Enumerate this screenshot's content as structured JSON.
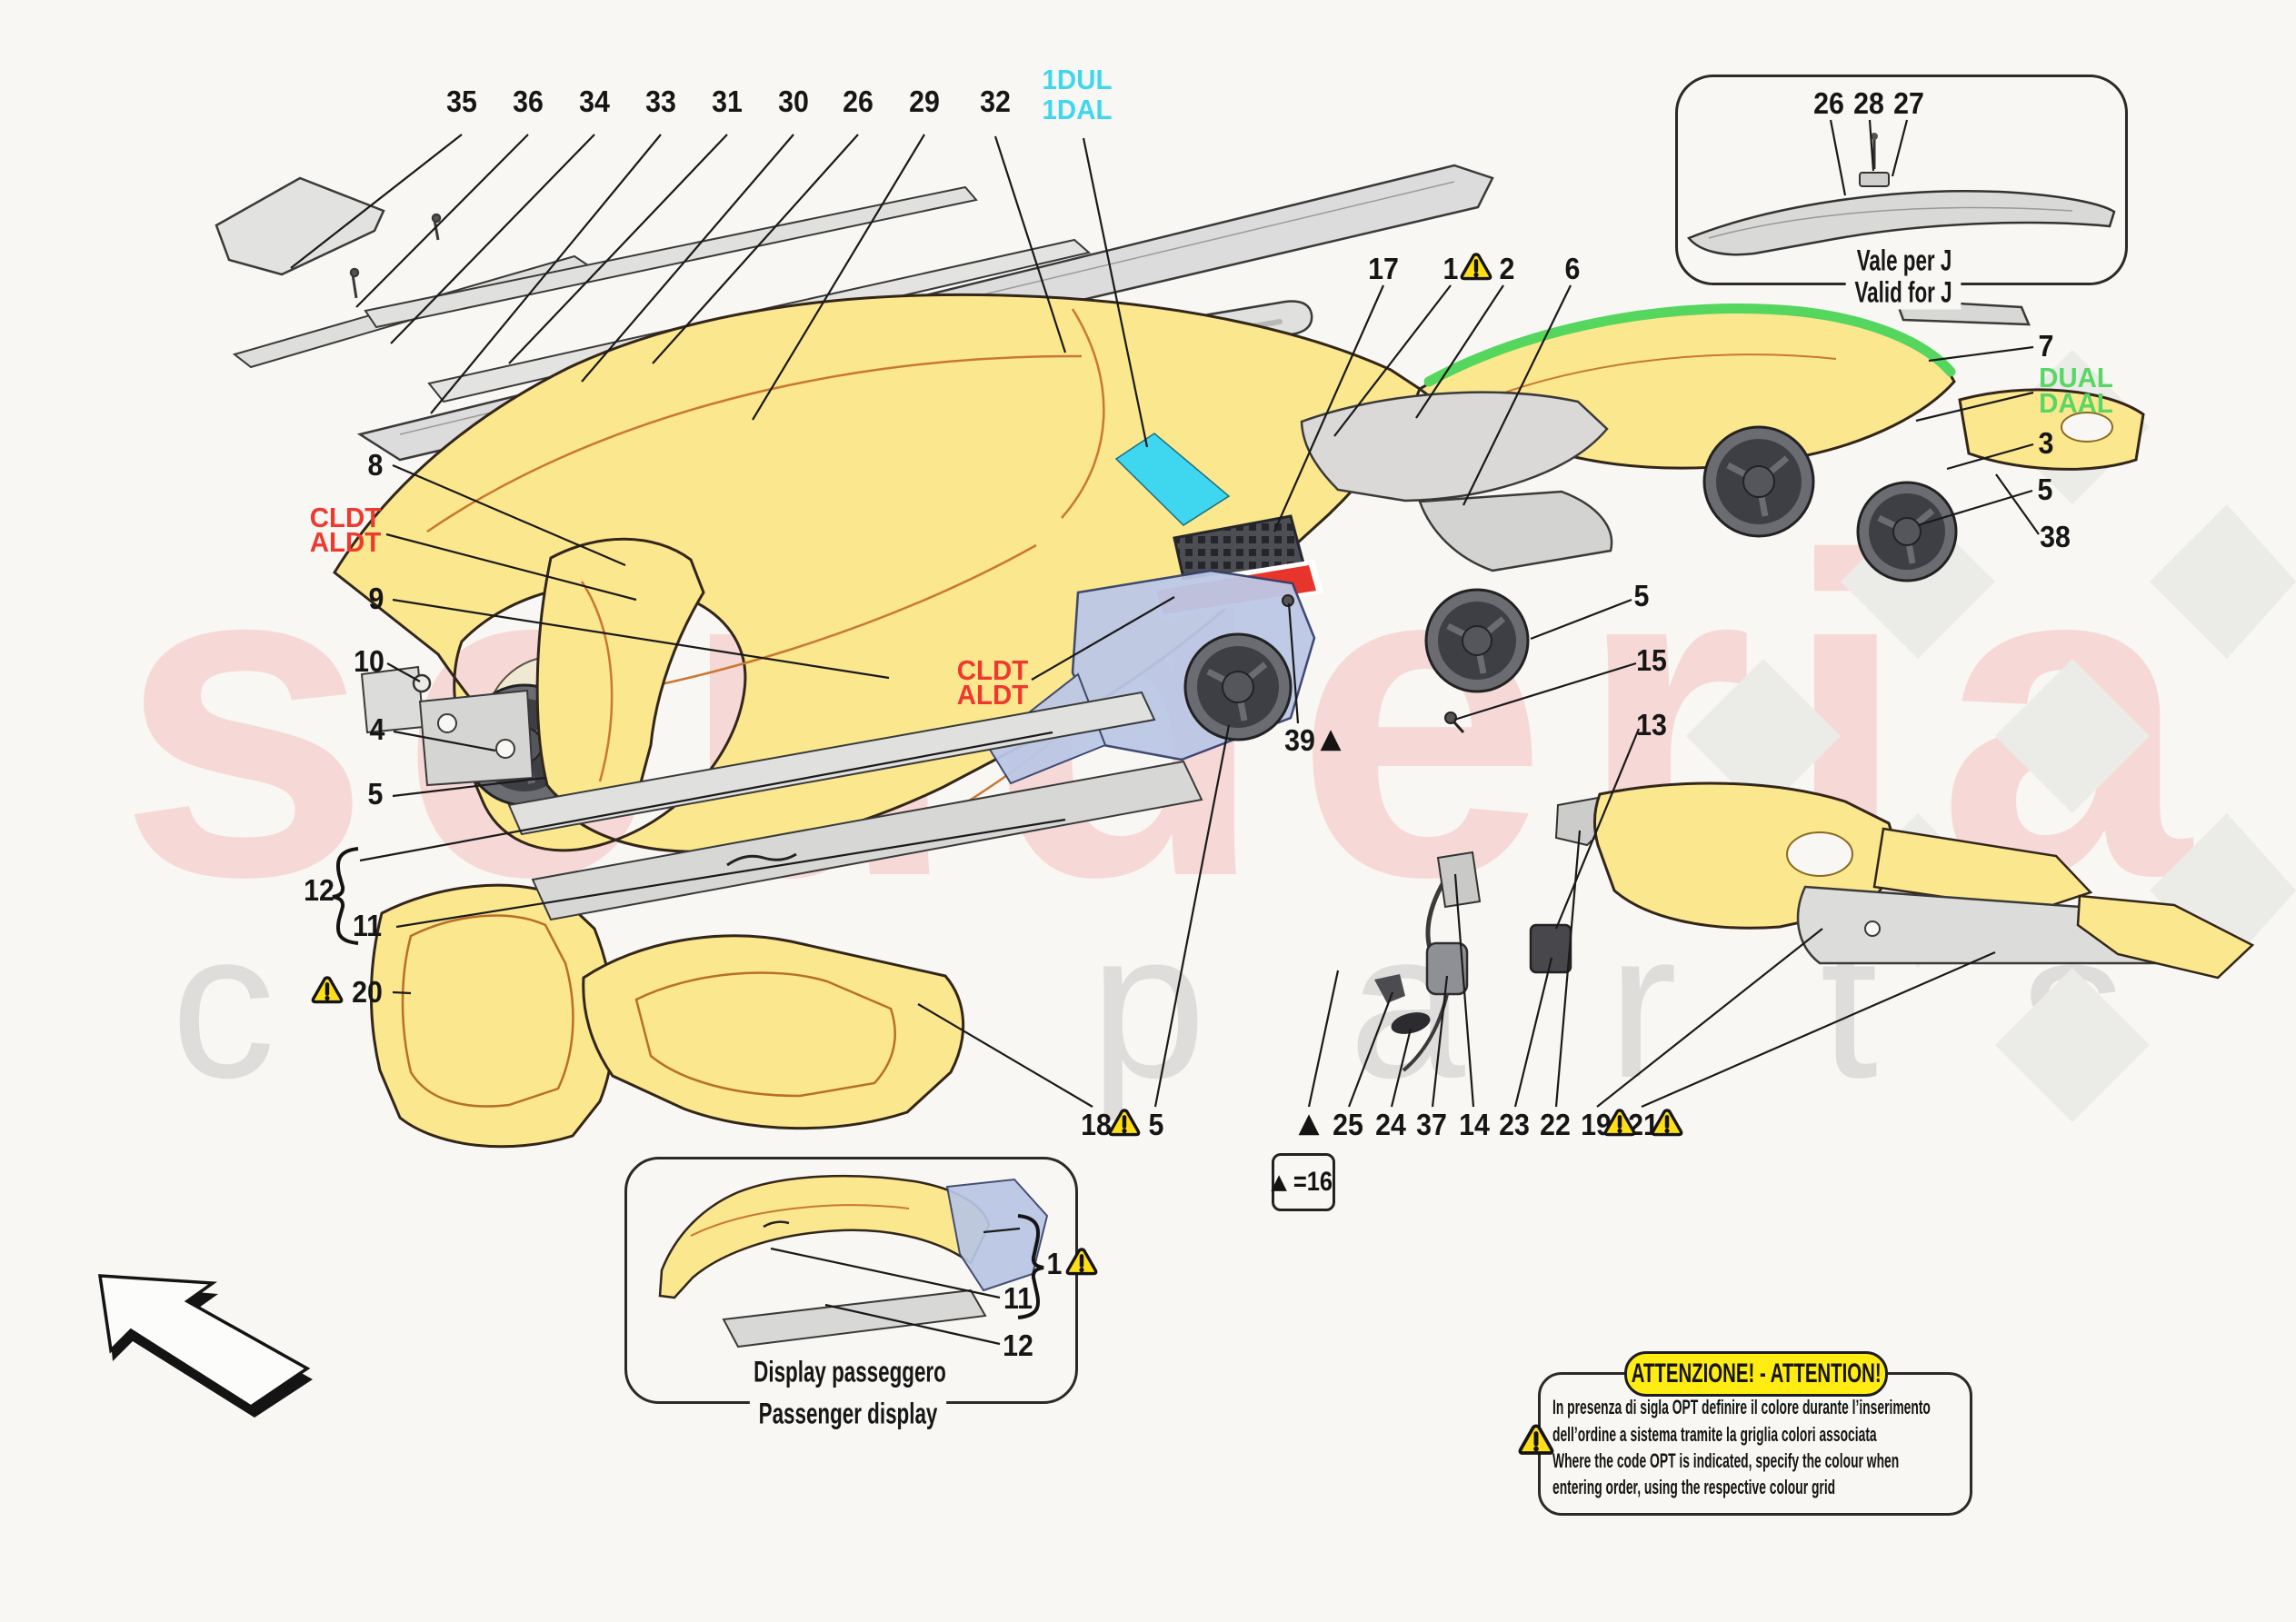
{
  "watermark": {
    "brand": "scuderia",
    "sub": "car parts"
  },
  "callouts": {
    "top": [
      "35",
      "36",
      "34",
      "33",
      "31",
      "30",
      "26",
      "29",
      "32"
    ],
    "upper_mid": [
      "17",
      "1",
      "2",
      "6"
    ],
    "left": [
      "8",
      "9",
      "10",
      "4",
      "5",
      "12",
      "11",
      "20"
    ],
    "right": [
      "7",
      "3",
      "5",
      "38"
    ],
    "mid": [
      "39",
      "5",
      "15",
      "13"
    ],
    "bottom": [
      "18",
      "5",
      "25",
      "24",
      "37",
      "14",
      "23",
      "22",
      "19",
      "21"
    ],
    "triangle": "▲"
  },
  "codes": {
    "cyan": [
      "1DUL",
      "1DAL"
    ],
    "green": [
      "DUAL",
      "DAAL"
    ],
    "red": [
      "CLDT",
      "ALDT"
    ]
  },
  "legend": {
    "symbol": "▲",
    "value": "=16"
  },
  "inset_valid": {
    "numbers": [
      "26",
      "28",
      "27"
    ],
    "caption_it": "Vale per J",
    "caption_en": "Valid for J"
  },
  "inset_display": {
    "bracket_number": "1",
    "numbers": [
      "11",
      "12"
    ],
    "caption_it": "Display passeggero",
    "caption_en": "Passenger display"
  },
  "attention": {
    "title": "ATTENZIONE! - ATTENTION!",
    "lines": [
      "In presenza di sigla OPT definire il colore durante l’inserimento",
      "dell’ordine a sistema tramite la griglia colori associata",
      "Where the code OPT is indicated, specify the colour when",
      "entering order, using the respective colour grid"
    ]
  },
  "colors": {
    "cyan": "#3fd6ee",
    "green": "#58d765",
    "red": "#f0392e",
    "part_yellow": "#fbe78e",
    "warning_yellow": "#ffde17"
  }
}
